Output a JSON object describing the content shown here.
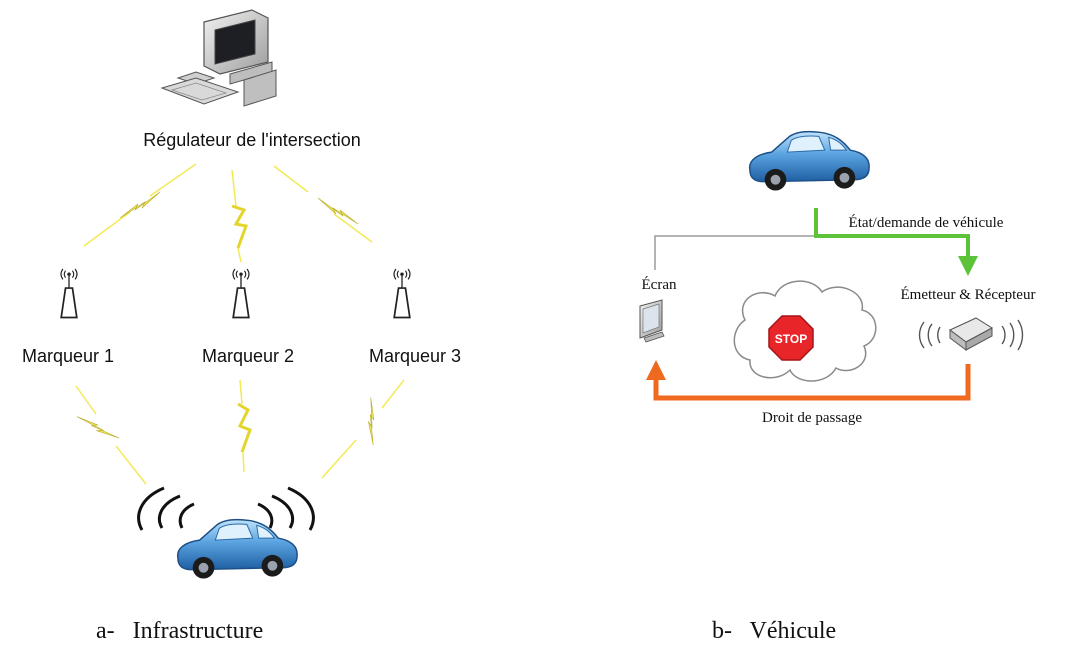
{
  "infrastructure": {
    "controller_label": "Régulateur de l'intersection",
    "markers": [
      {
        "label": "Marqueur 1"
      },
      {
        "label": "Marqueur 2"
      },
      {
        "label": "Marqueur 3"
      }
    ],
    "caption": "a-   Infrastructure"
  },
  "vehicle": {
    "request_label": "État/demande de véhicule",
    "screen_label": "Écran",
    "transceiver_label": "Émetteur & Récepteur",
    "stop_sign_text": "STOP",
    "right_of_way_label": "Droit de passage",
    "caption": "b-   Véhicule"
  },
  "colors": {
    "lightning": "#f2ea55",
    "car_body": "#4a8fd0",
    "request_arrow": "#5cc23a",
    "right_of_way_arrow": "#ef6a1f",
    "stop_sign": "#e8262a"
  }
}
